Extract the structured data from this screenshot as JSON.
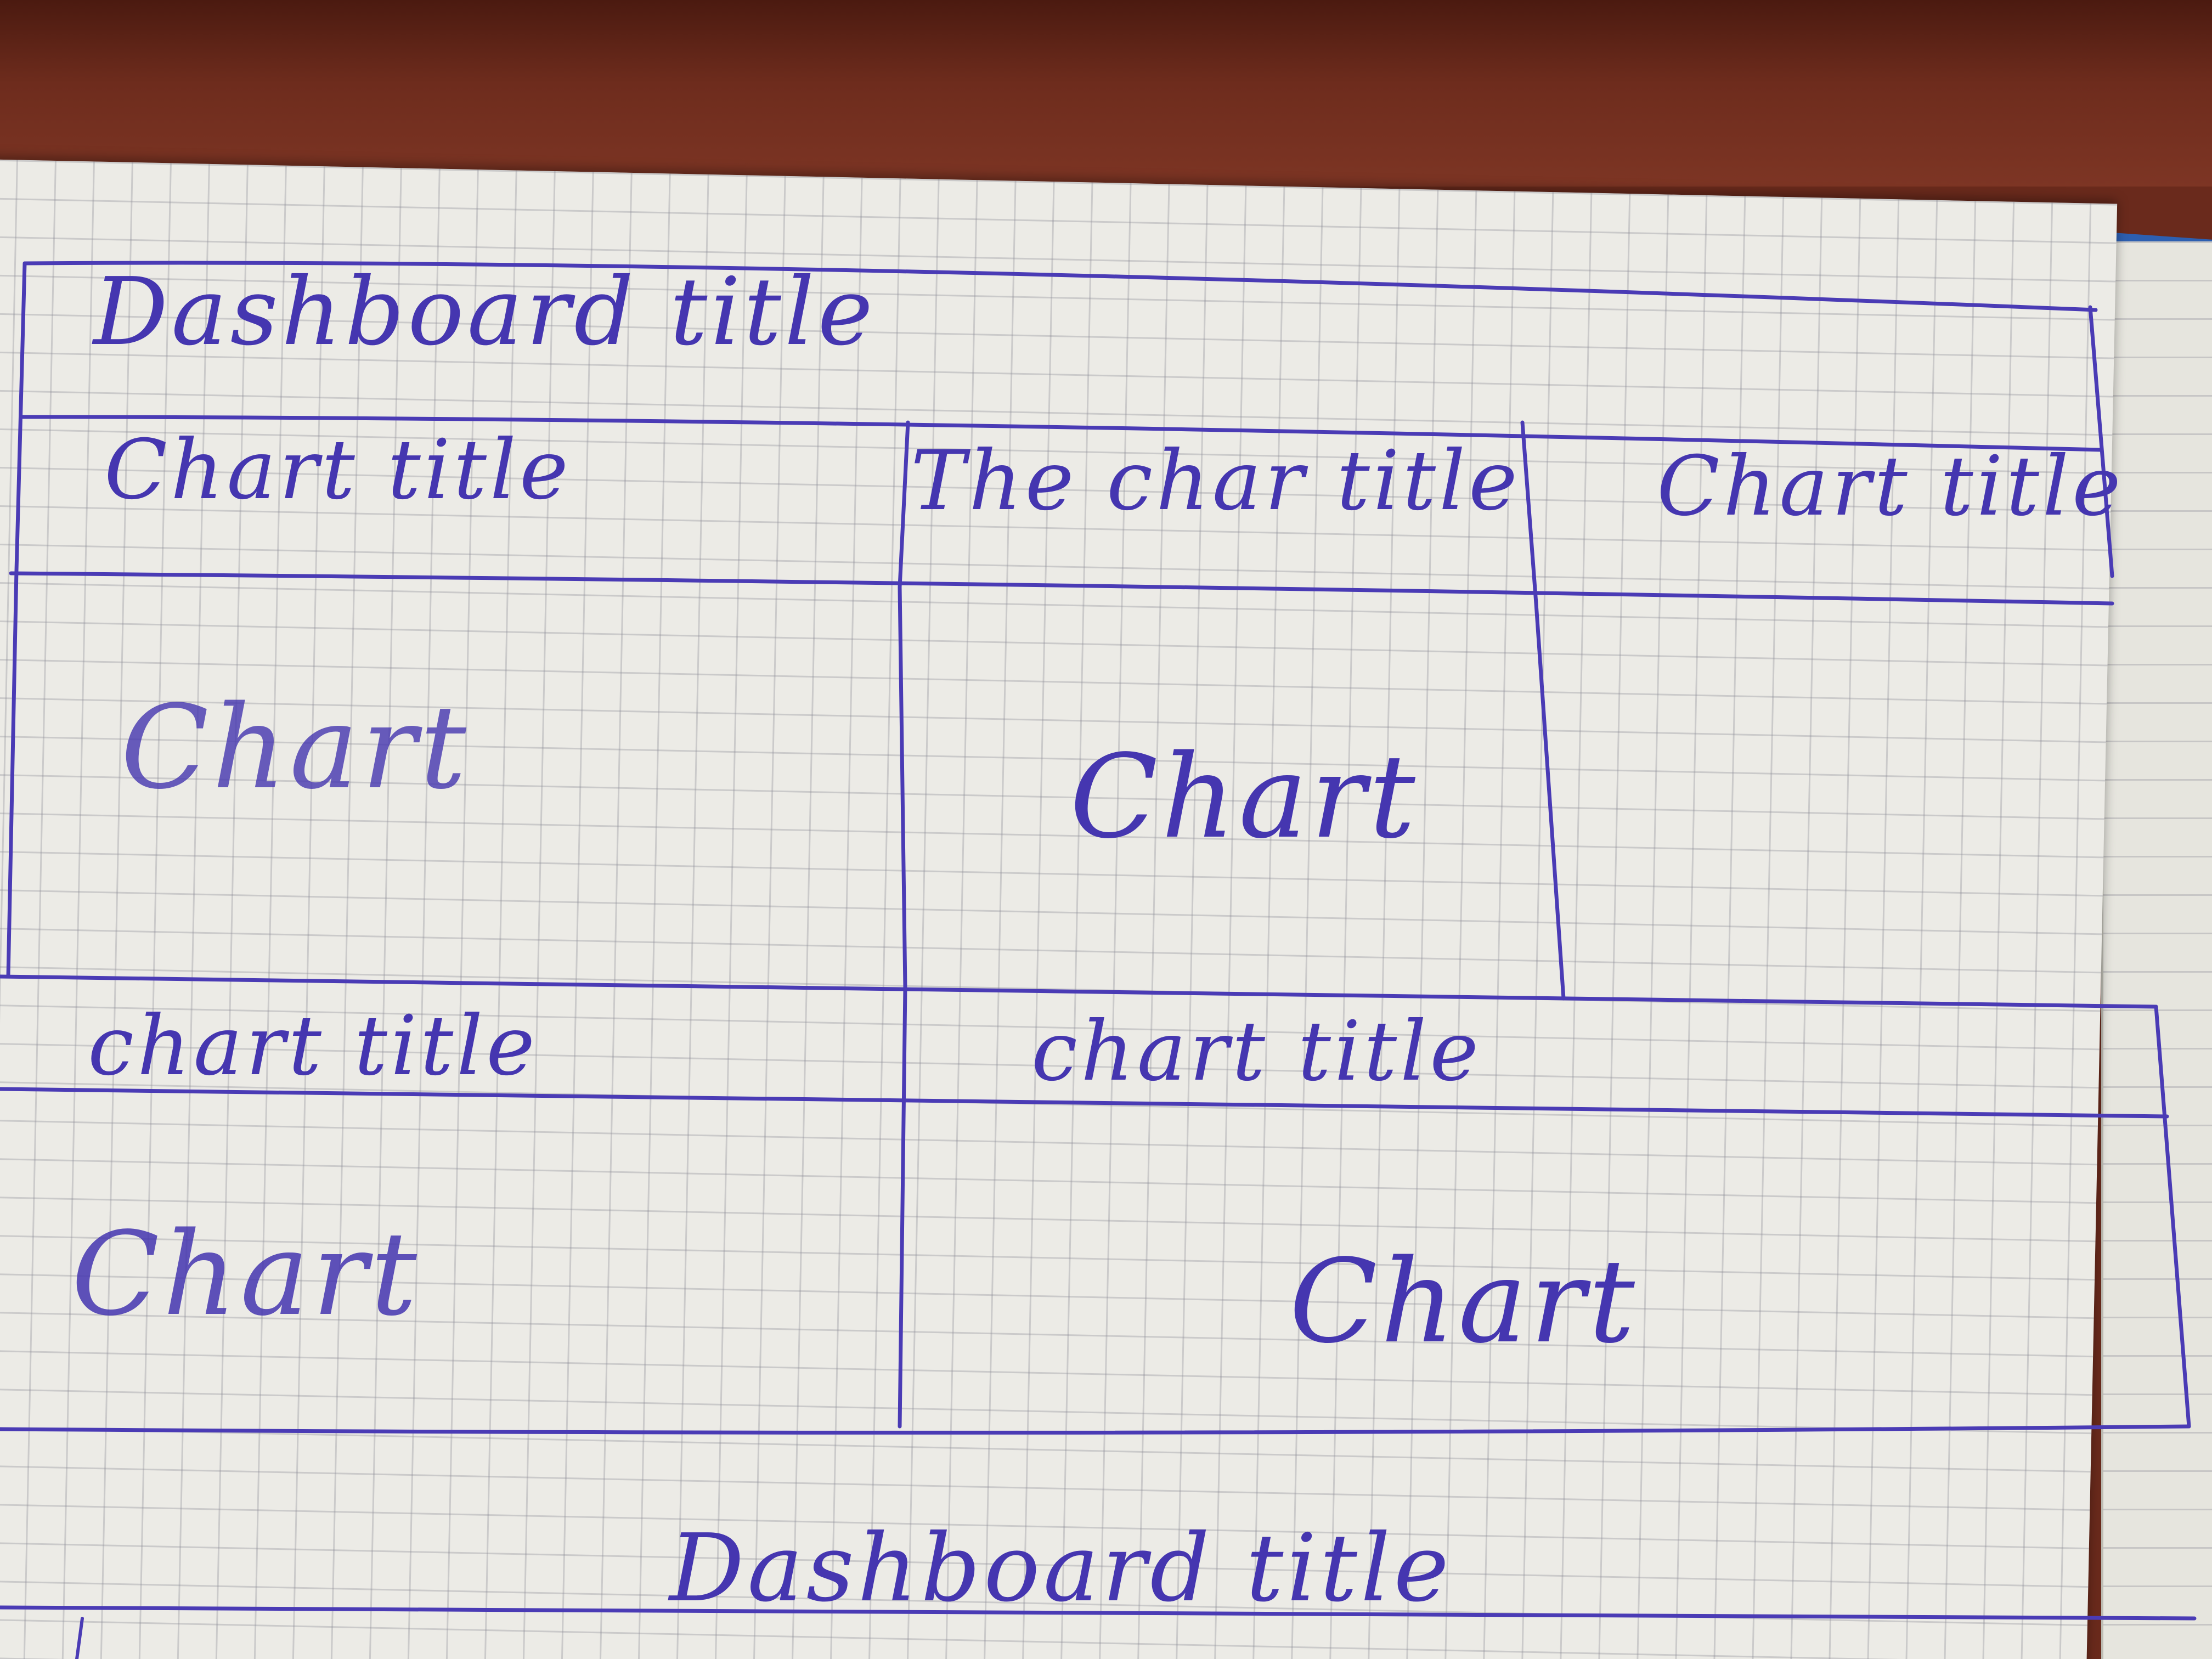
{
  "sketch": {
    "dashboard_title": "Dashboard title",
    "row1": {
      "panels": [
        {
          "title": "Chart title",
          "body": "Chart"
        },
        {
          "title": "The char title",
          "body": "Chart"
        },
        {
          "title": "Chart title",
          "body": ""
        }
      ]
    },
    "row2": {
      "panels": [
        {
          "title": "chart title",
          "body": "Chart"
        },
        {
          "title": "chart title",
          "body": "Chart"
        }
      ]
    },
    "footer_title": "Dashboard title"
  },
  "colors": {
    "ink": "#4a3bb5",
    "paper": "#ecebe6",
    "grid": "#8c8c96",
    "table": "#6e2c1d",
    "notebook_cover": "#2d5fb0"
  }
}
